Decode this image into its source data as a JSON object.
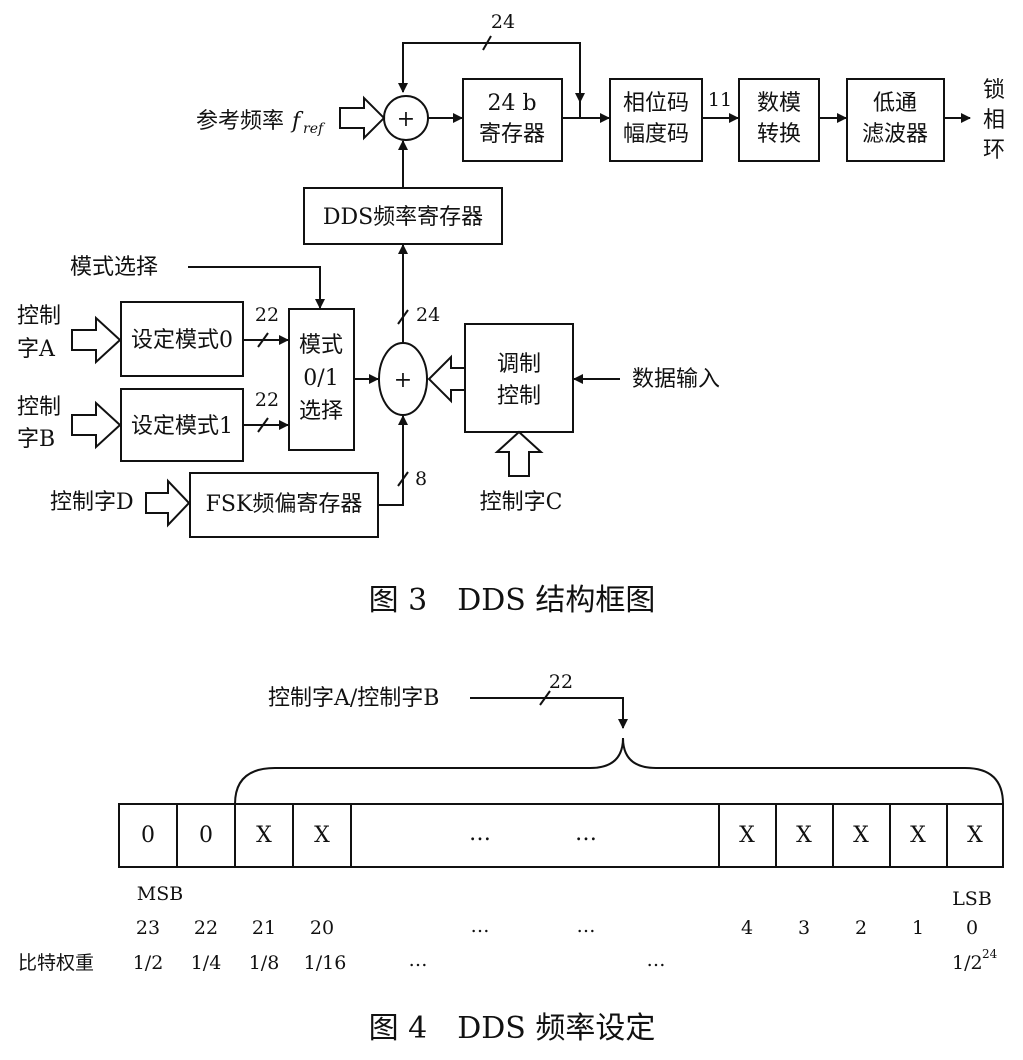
{
  "fig3": {
    "caption": "图 3　DDS 结构框图",
    "blocks": {
      "reg24_line1": "24 b",
      "reg24_line2": "寄存器",
      "phase_line1": "相位码",
      "phase_line2": "幅度码",
      "dac_line1": "数模",
      "dac_line2": "转换",
      "lpf_line1": "低通",
      "lpf_line2": "滤波器",
      "dds_freq_reg": "DDS频率寄存器",
      "mode0": "设定模式0",
      "mode1": "设定模式1",
      "modesel_line1": "模式",
      "modesel_line2": "0/1",
      "modesel_line3": "选择",
      "fsk_reg": "FSK频偏寄存器",
      "mod_line1": "调制",
      "mod_line2": "控制"
    },
    "labels": {
      "ref_freq": "参考频率",
      "ref_symbol": "f",
      "ref_sub": "ref",
      "pll_1": "锁",
      "pll_2": "相",
      "pll_3": "环",
      "mode_select": "模式选择",
      "ctrlA_1": "控制",
      "ctrlA_2": "字A",
      "ctrlB_1": "控制",
      "ctrlB_2": "字B",
      "ctrlD": "控制字D",
      "ctrlC": "控制字C",
      "data_in": "数据输入",
      "plus": "+"
    },
    "bus_widths": {
      "feedback": "24",
      "phase_out": "11",
      "sum_out": "24",
      "mode0": "22",
      "mode1": "22",
      "fsk": "8"
    }
  },
  "fig4": {
    "caption": "图 4　DDS 频率设定",
    "input_label": "控制字A/控制字B",
    "bus_width": "22",
    "cells_left": [
      "0",
      "0",
      "X",
      "X"
    ],
    "mid_ellipsis": [
      "…",
      "…"
    ],
    "cells_right": [
      "X",
      "X",
      "X",
      "X",
      "X"
    ],
    "msb": "MSB",
    "lsb": "LSB",
    "bit_numbers_left": [
      "23",
      "22",
      "21",
      "20"
    ],
    "bit_numbers_mid": [
      "…",
      "…"
    ],
    "bit_numbers_right": [
      "4",
      "3",
      "2",
      "1",
      "0"
    ],
    "weight_label": "比特权重",
    "weights_left": [
      "1/2",
      "1/4",
      "1/8",
      "1/16"
    ],
    "weights_mid": [
      "…",
      "…"
    ],
    "weight_last": "1/2",
    "weight_last_exp": "24"
  }
}
